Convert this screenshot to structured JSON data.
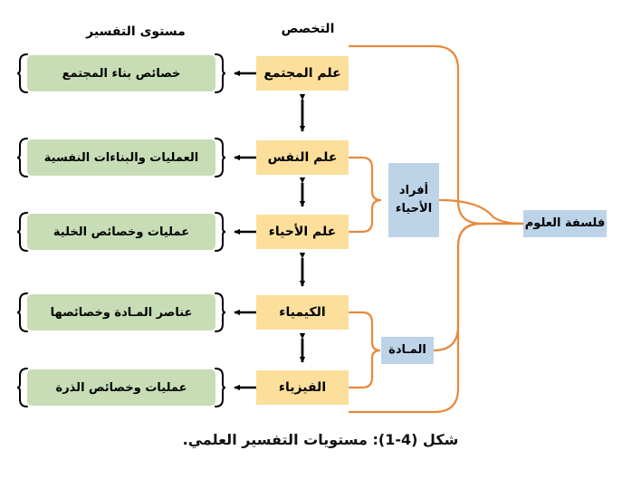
{
  "figure": {
    "caption": "شكل (4-1):  مستويات التفسير العلمي.",
    "colors": {
      "explanation_box": "#c7ddb5",
      "specialization_box": "#fbdf9b",
      "group_box": "#bdd3e8",
      "connector": "#e8893c",
      "arrow": "#000000",
      "background": "#ffffff"
    }
  },
  "headers": {
    "explanation_level": "مستوى التفسير",
    "specialization": "التخصص"
  },
  "rows": [
    {
      "specialization": "علم المجتمع",
      "explanation": "خصائص بناء المجتمع"
    },
    {
      "specialization": "علم النفس",
      "explanation": "العمليات والبناءات النفسية"
    },
    {
      "specialization": "علم الأحياء",
      "explanation": "عمليات وخصائص الخلية"
    },
    {
      "specialization": "الكيمياء",
      "explanation": "عناصر المـادة وخصائصها"
    },
    {
      "specialization": "الفيزياء",
      "explanation": "عمليات وخصائص الذرة"
    }
  ],
  "groups": {
    "living_beings": "أفراد\nالأحياء",
    "living_beings_line1": "أفراد",
    "living_beings_line2": "الأحياء",
    "matter": "المـادة",
    "philosophy_of_science": "فلسفة العلوم"
  }
}
